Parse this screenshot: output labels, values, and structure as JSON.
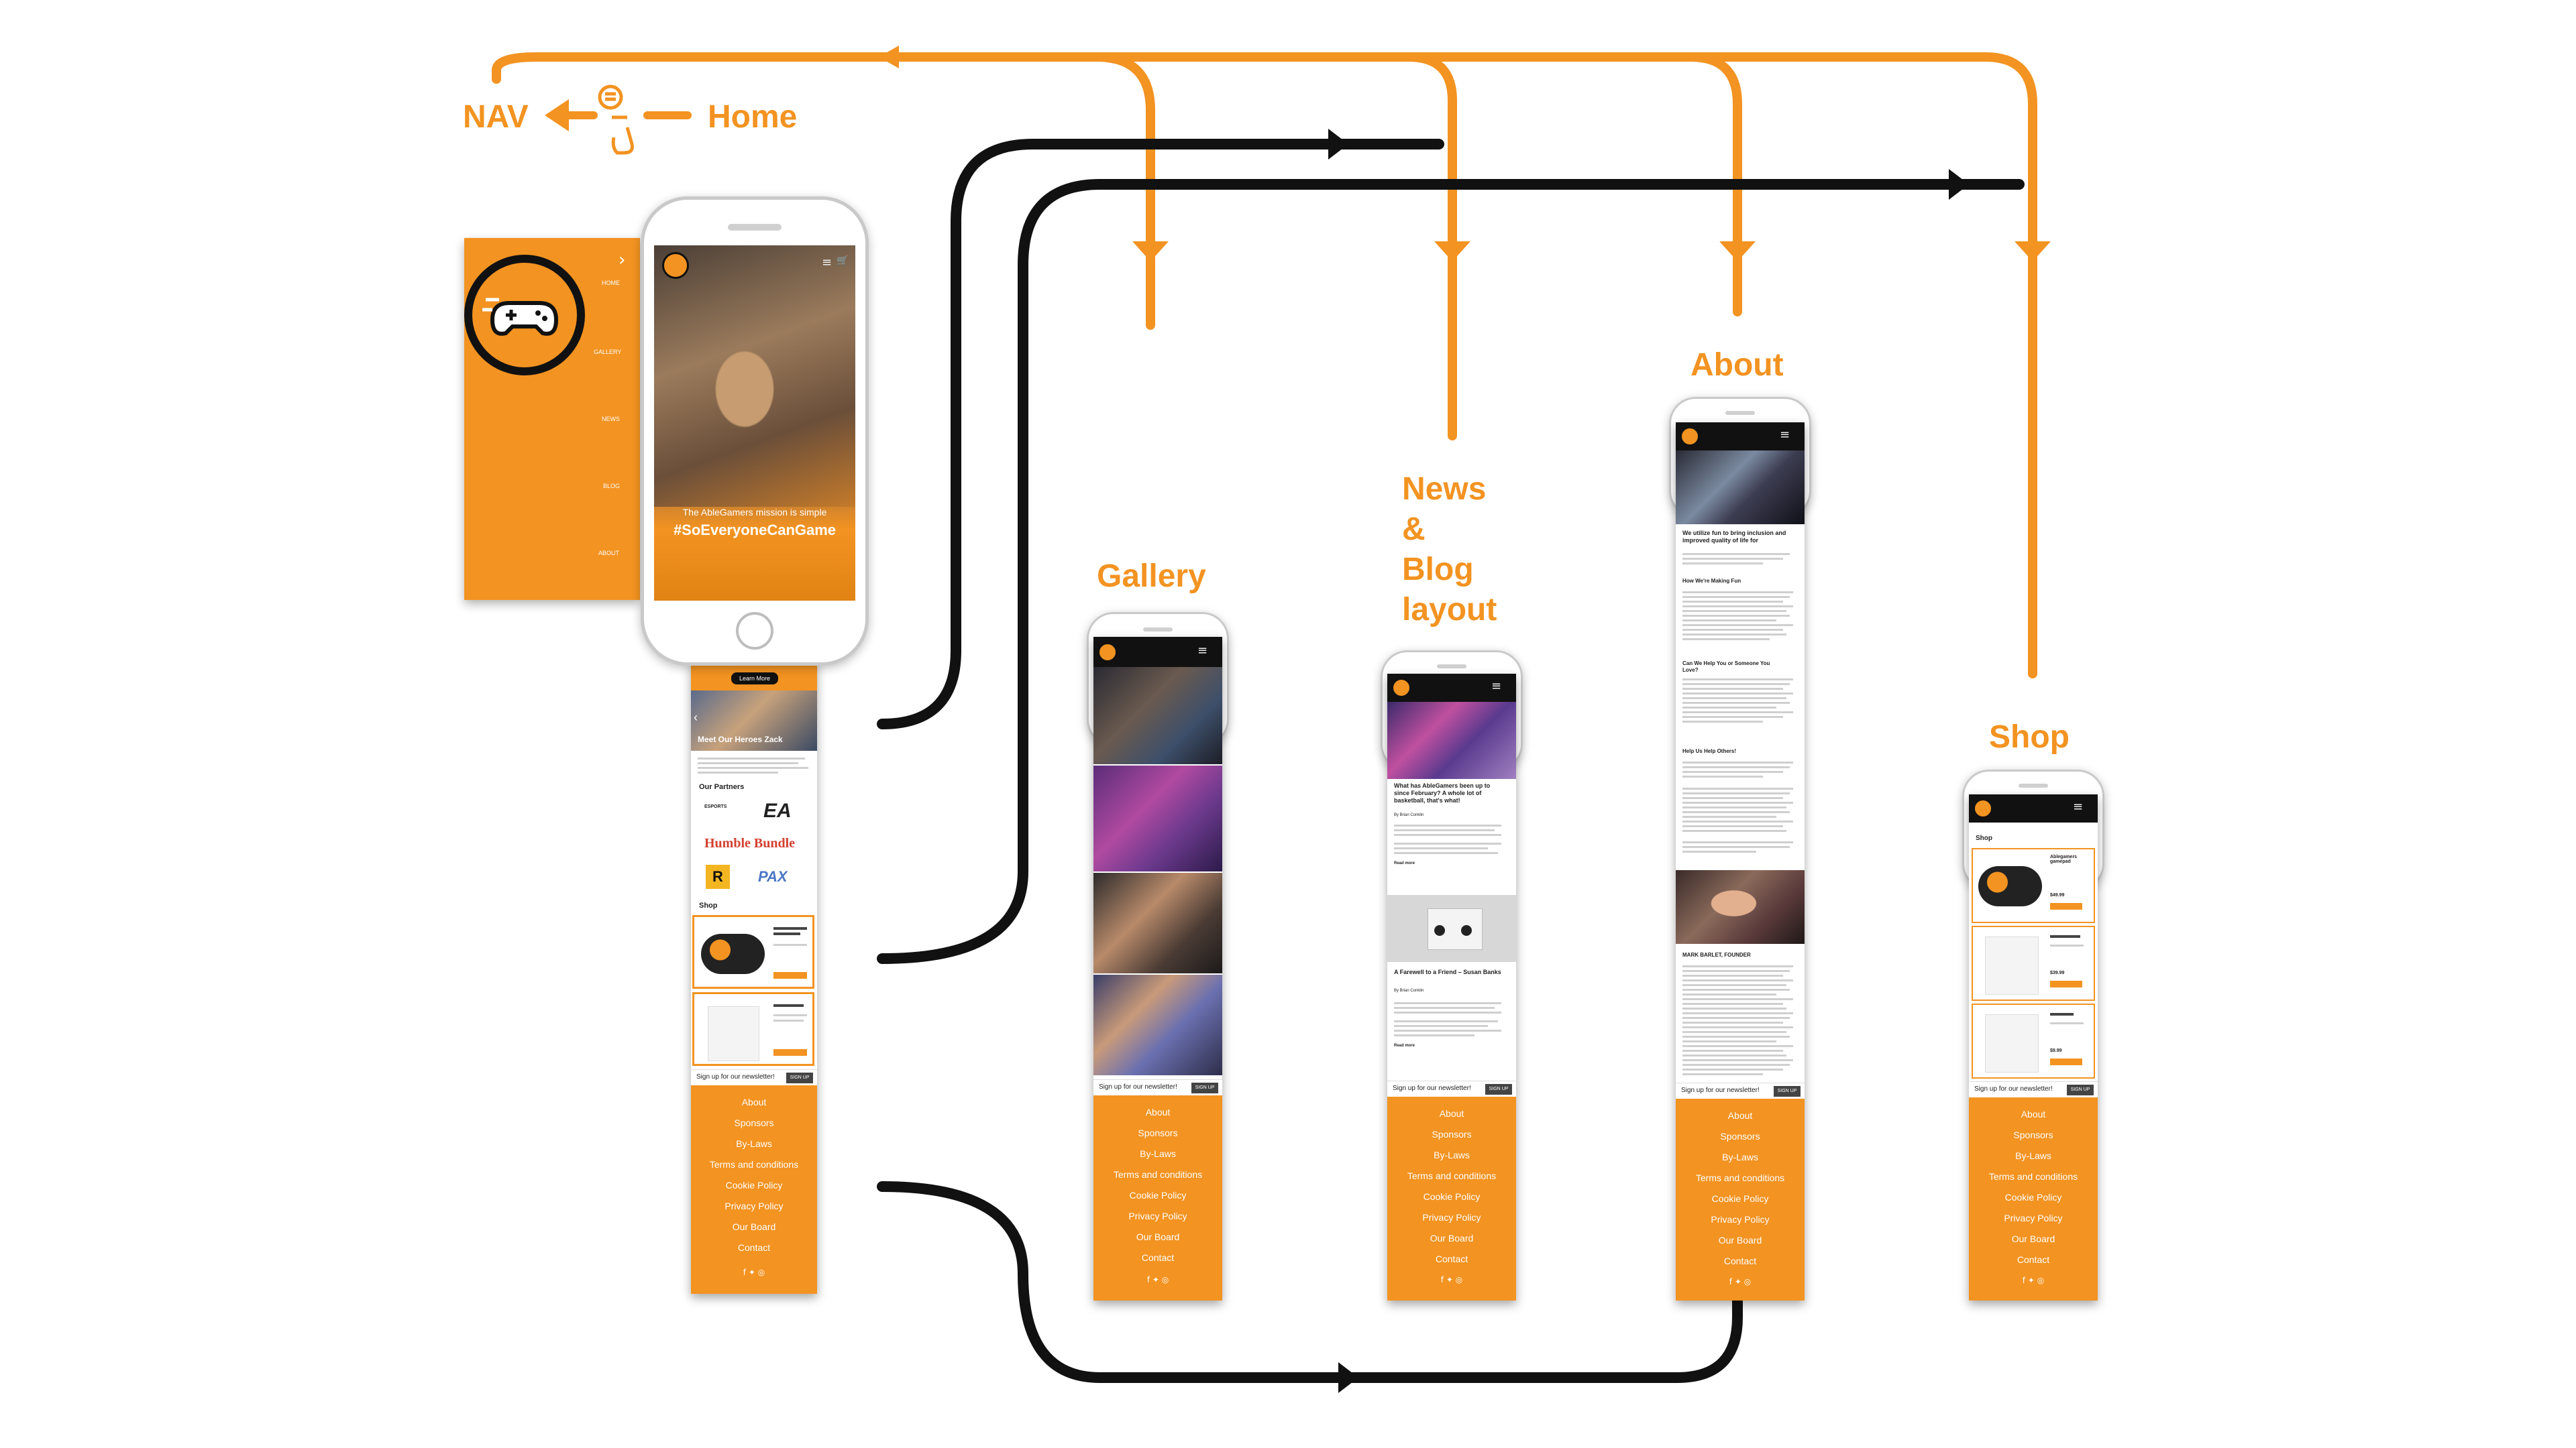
{
  "colors": {
    "accent": "#f39321",
    "dark": "#111111",
    "white": "#ffffff"
  },
  "labels": {
    "nav": "NAV",
    "home": "Home",
    "gallery": "Gallery",
    "news_lines": [
      "News",
      "&",
      "Blog",
      "layout"
    ],
    "about": "About",
    "shop": "Shop"
  },
  "nav_drawer": {
    "logo_icon": "gamepad-icon",
    "chevron_icon": "chevron-right-icon",
    "items": [
      "HOME",
      "GALLERY",
      "NEWS",
      "BLOG",
      "ABOUT"
    ]
  },
  "home": {
    "mission_text": "The AbleGamers mission is simple",
    "hashtag": "#SoEveryoneCanGame",
    "learn_more": "Learn More",
    "hero_caption": "Meet Our Heroes Zack",
    "partners_title": "Our Partners",
    "partners": [
      "ESPORTS",
      "EA",
      "Humble Bundle",
      "R",
      "PAX"
    ],
    "shop_title": "Shop"
  },
  "about_page": {
    "heading": "We utilize fun to bring inclusion and improved quality of life for",
    "section_1": "How We're Making Fun",
    "section_2": "Can We Help You or Someone You Love?",
    "section_3": "Help Us Help Others!",
    "founder": "MARK BARLET, FOUNDER"
  },
  "news_page": {
    "post_1_title": "What has AbleGamers been up to since February? A whole lot of basketball, that's what!",
    "post_2_title": "A Farewell to a Friend – Susan Banks",
    "read_more": "Read more",
    "author": "By Brian Conklin"
  },
  "shop_page": {
    "title": "Shop",
    "product_1": "Ablegamers gamepad",
    "price_1": "$49.99",
    "price_2": "$39.99",
    "price_3": "$9.99"
  },
  "newsletter": {
    "text": "Sign up for our newsletter!",
    "button": "SIGN UP"
  },
  "footer_links": [
    "About",
    "Sponsors",
    "By-Laws",
    "Terms and conditions",
    "Cookie Policy",
    "Privacy Policy",
    "Our Board",
    "Contact"
  ],
  "social_icons": [
    "facebook-icon",
    "twitter-icon",
    "instagram-icon"
  ],
  "social_glyphs": "f   ✦   ◎"
}
